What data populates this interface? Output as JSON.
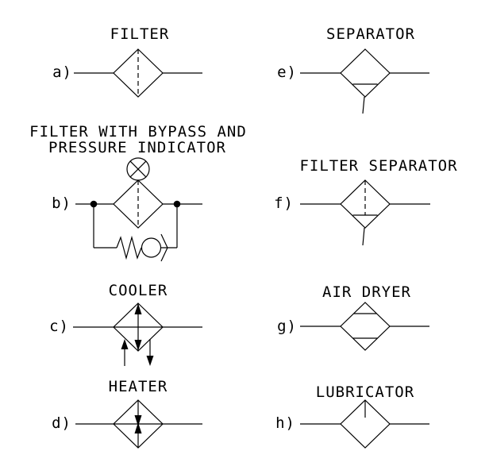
{
  "colors": {
    "background": "#ffffff",
    "line": "#000000"
  },
  "symbols": [
    {
      "label": "a)",
      "title": "FILTER",
      "icon": "diamond-with-dashed-element-icon"
    },
    {
      "label": "b)",
      "title_line1": "FILTER WITH BYPASS AND",
      "title_line2": "PRESSURE INDICATOR",
      "icon": "filter-bypass-check-valve-and-gauge-icon"
    },
    {
      "label": "c)",
      "title": "COOLER",
      "icon": "diamond-with-outward-heat-arrows-and-coolant-lines-icon"
    },
    {
      "label": "d)",
      "title": "HEATER",
      "icon": "diamond-with-inward-heat-arrows-icon"
    },
    {
      "label": "e)",
      "title": "SEPARATOR",
      "icon": "diamond-with-baffle-and-drain-icon"
    },
    {
      "label": "f)",
      "title": "FILTER SEPARATOR",
      "icon": "diamond-with-dashed-element-baffle-and-drain-icon"
    },
    {
      "label": "g)",
      "title": "AIR DRYER",
      "icon": "diamond-with-two-desiccant-lines-icon"
    },
    {
      "label": "h)",
      "title": "LUBRICATOR",
      "icon": "diamond-with-top-drip-line-icon"
    }
  ]
}
